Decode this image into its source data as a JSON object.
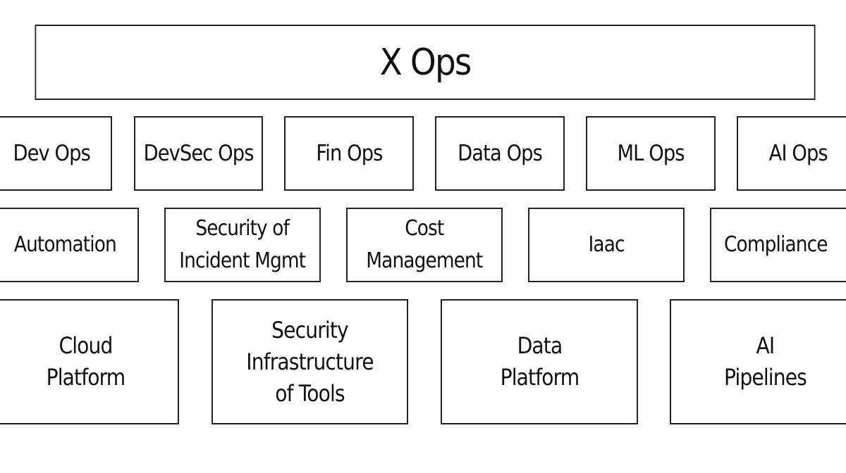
{
  "title": "X Ops",
  "ops_row": [
    "Dev Ops",
    "DevSec Ops",
    "Fin Ops",
    "Data Ops",
    "ML Ops",
    "AI Ops"
  ],
  "capabilities_row": [
    "Automation",
    "Security of\nIncident Mgmt",
    "Cost\nManagement",
    "Iaac",
    "Compliance"
  ],
  "platform_row": [
    "Cloud\nPlatform",
    "Security\nInfrastructure\nof Tools",
    "Data\nPlatform",
    "AI\nPipelines"
  ]
}
